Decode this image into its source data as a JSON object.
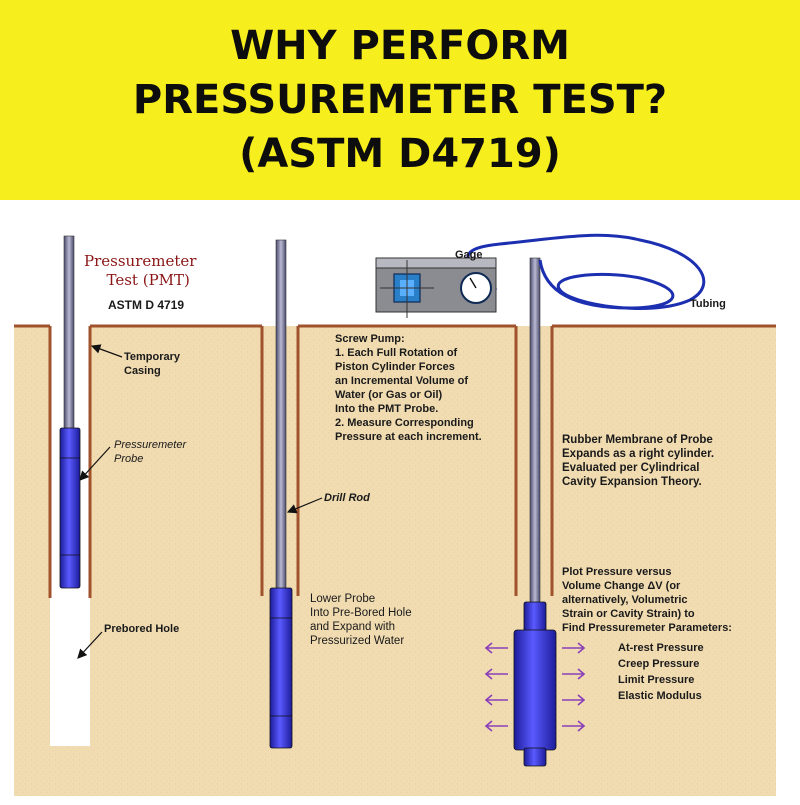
{
  "banner": {
    "lines": [
      "WHY PERFORM",
      "PRESSUREMETER TEST?",
      "(ASTM D4719)"
    ]
  },
  "diagram": {
    "title": [
      "Pressuremeter",
      "Test (PMT)"
    ],
    "standard": "ASTM D 4719",
    "labels": {
      "temporary_casing": [
        "Temporary",
        "Casing"
      ],
      "pressuremeter_probe": [
        "Pressuremeter",
        "Probe"
      ],
      "prebored_hole": "Prebored Hole",
      "drill_rod": "Drill Rod",
      "gage": "Gage",
      "tubing": "Tubing",
      "screw_pump": [
        "Screw Pump:",
        "1.  Each Full Rotation of",
        "Piston Cylinder Forces",
        "an Incremental Volume of",
        "Water (or Gas or Oil)",
        "Into the PMT Probe.",
        "2.  Measure Corresponding",
        "Pressure at each increment."
      ],
      "lower_probe": [
        "Lower Probe",
        "Into Pre-Bored Hole",
        "and Expand with",
        "Pressurized Water"
      ],
      "rubber_membrane": [
        "Rubber Membrane of Probe",
        "Expands as a right cylinder.",
        "Evaluated per Cylindrical",
        "Cavity Expansion Theory."
      ],
      "plot_pressure": [
        "Plot Pressure versus",
        "Volume Change ΔV (or",
        "alternatively, Volumetric",
        "Strain or Cavity Strain) to",
        "Find Pressuremeter Parameters:"
      ],
      "parameters": [
        "At-rest Pressure",
        "Creep Pressure",
        "Limit Pressure",
        "Elastic Modulus"
      ]
    },
    "colors": {
      "soil": "#f1dcb2",
      "ground_line": "#a0522d",
      "probe": "#3b3bd9",
      "probe_dark": "#1c1c9a",
      "rod": "#6b6b8a",
      "tubing": "#1b2fb0",
      "arrow": "#8a3fb8",
      "title": "#8a1616"
    }
  }
}
